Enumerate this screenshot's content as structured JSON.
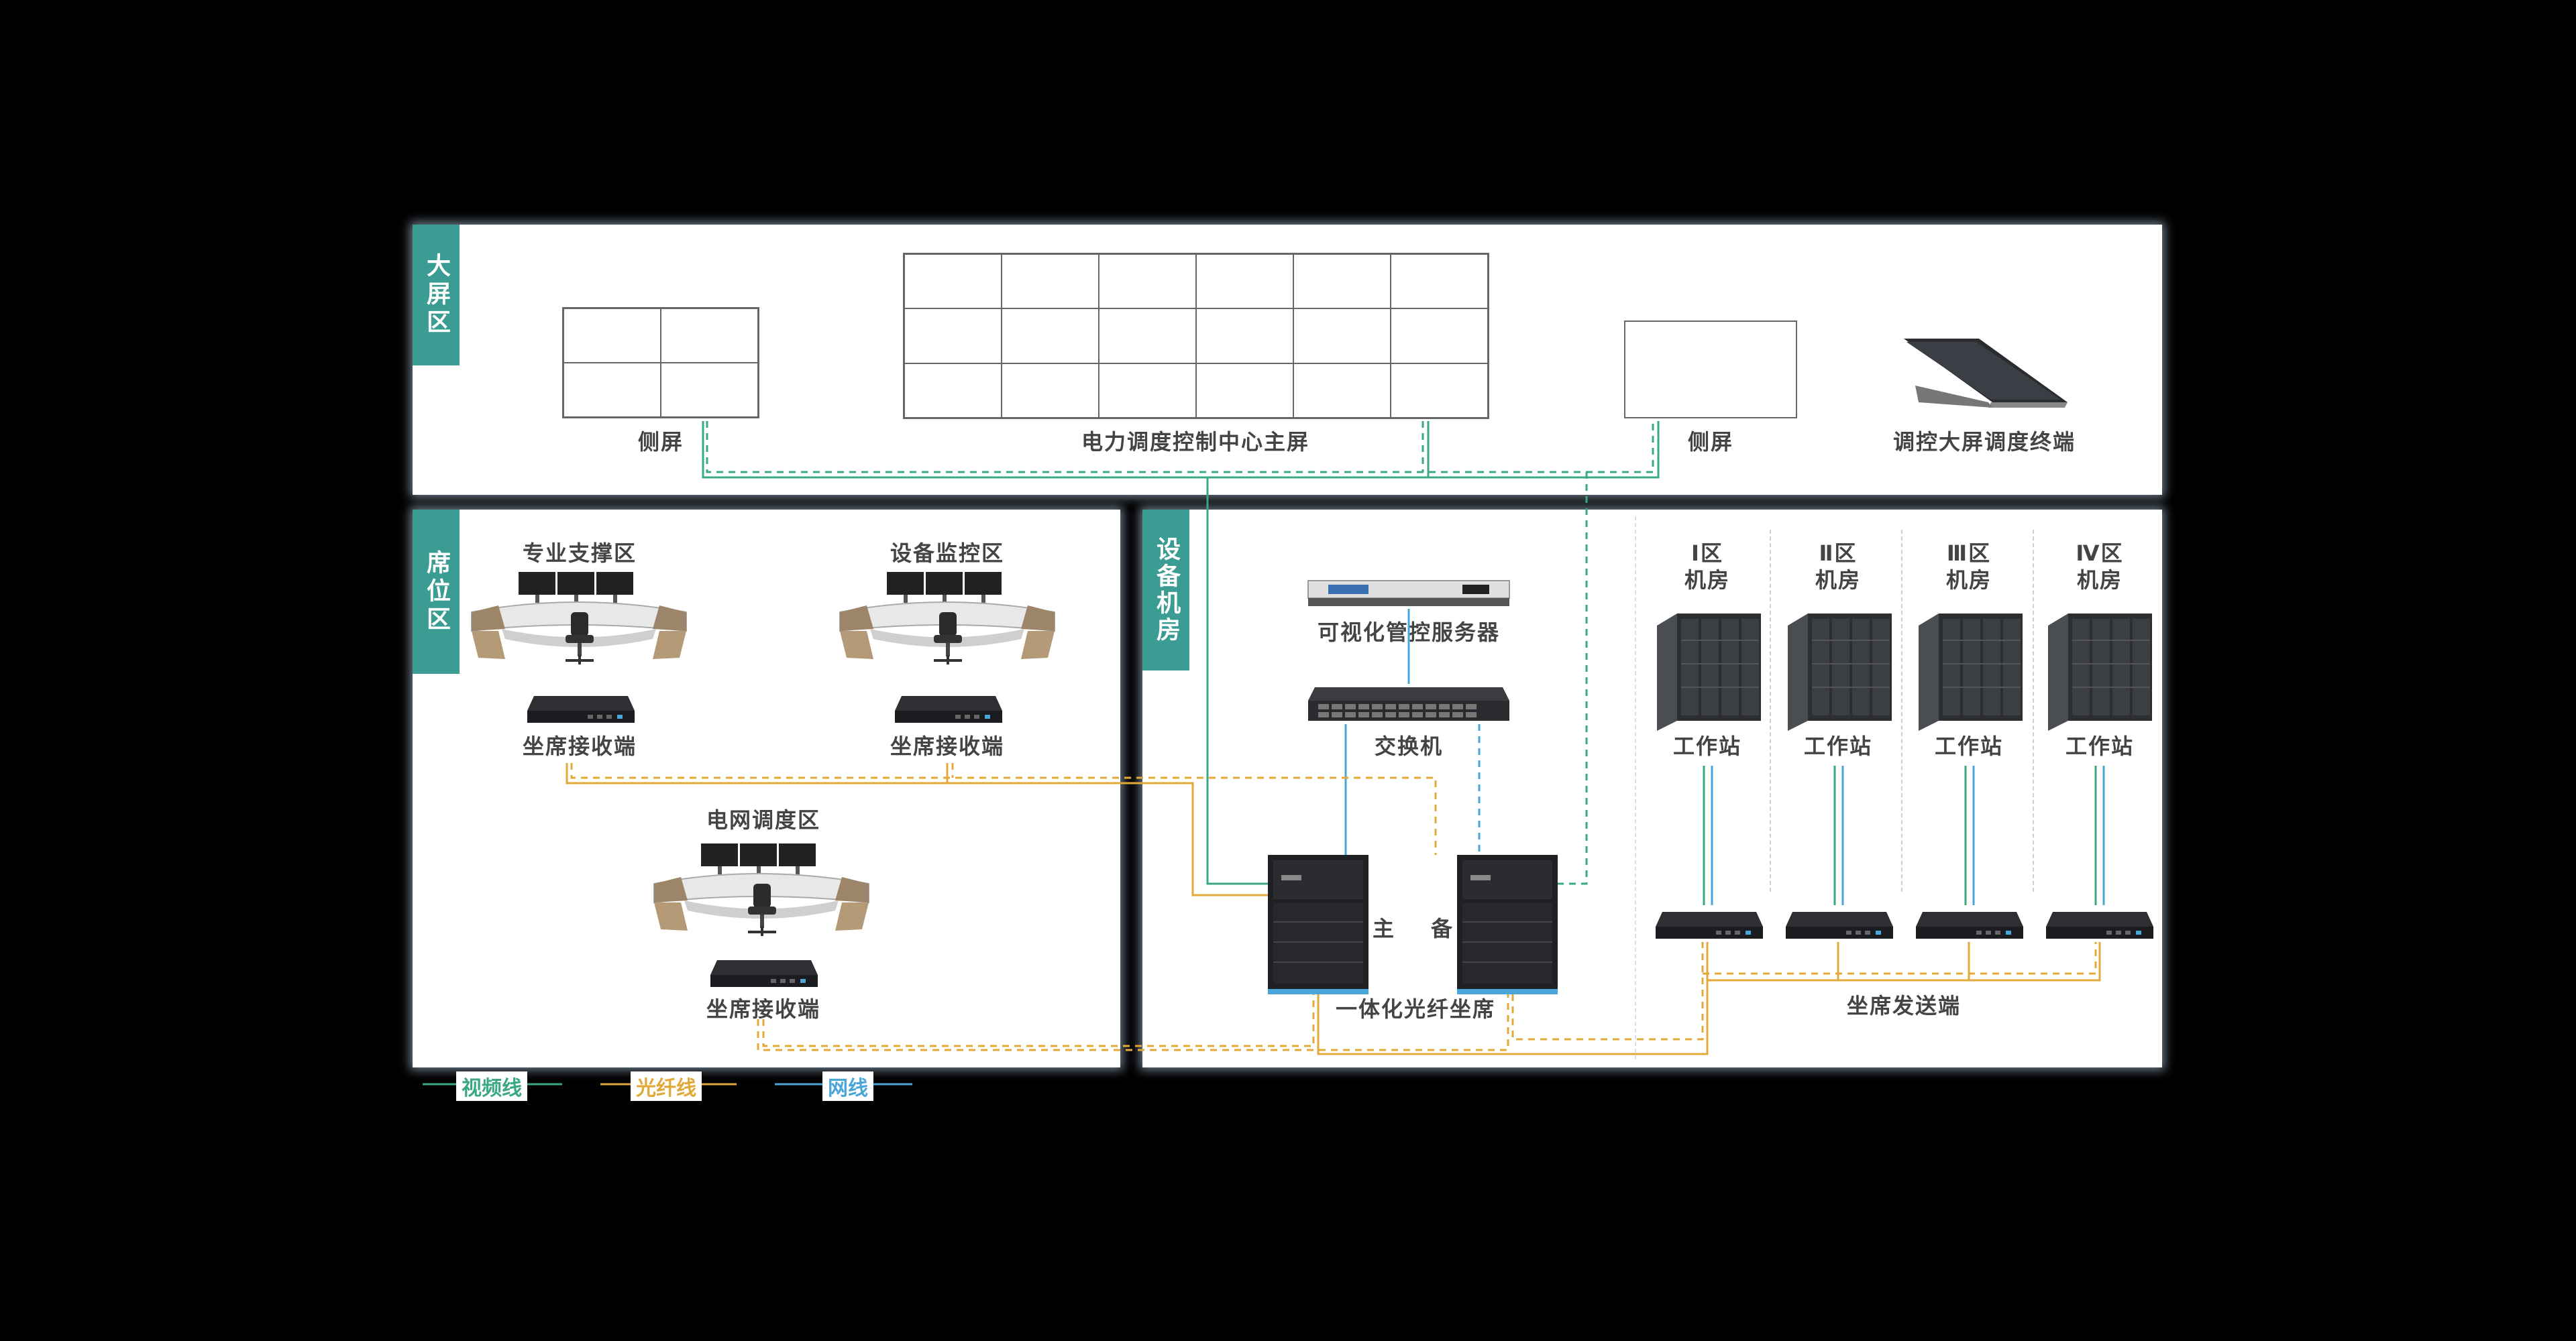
{
  "zones": {
    "big_screen": "大屏区",
    "seat": "席位区",
    "equipment": "设备机房"
  },
  "big_screen": {
    "left_side": "侧屏",
    "main": "电力调度控制中心主屏",
    "right_side": "侧屏",
    "tablet": "调控大屏调度终端"
  },
  "seat_area": {
    "zone1": "专业支撑区",
    "zone2": "设备监控区",
    "zone3": "电网调度区",
    "receiver": "坐席接收端"
  },
  "equipment": {
    "server": "可视化管控服务器",
    "switch": "交换机",
    "main_label": "主",
    "backup_label": "备",
    "fiber_seat": "一体化光纤坐席",
    "sender": "坐席发送端",
    "rooms": [
      {
        "name": "Ⅰ区",
        "sub": "机房",
        "station": "工作站"
      },
      {
        "name": "Ⅱ区",
        "sub": "机房",
        "station": "工作站"
      },
      {
        "name": "Ⅲ区",
        "sub": "机房",
        "station": "工作站"
      },
      {
        "name": "Ⅳ区",
        "sub": "机房",
        "station": "工作站"
      }
    ]
  },
  "legend": {
    "video": "视频线",
    "fiber": "光纤线",
    "network": "网线"
  },
  "colors": {
    "teal": "#3a9c92",
    "video_line": "#3aa882",
    "fiber_line": "#e0a93a",
    "network_line": "#4aa6d8"
  }
}
